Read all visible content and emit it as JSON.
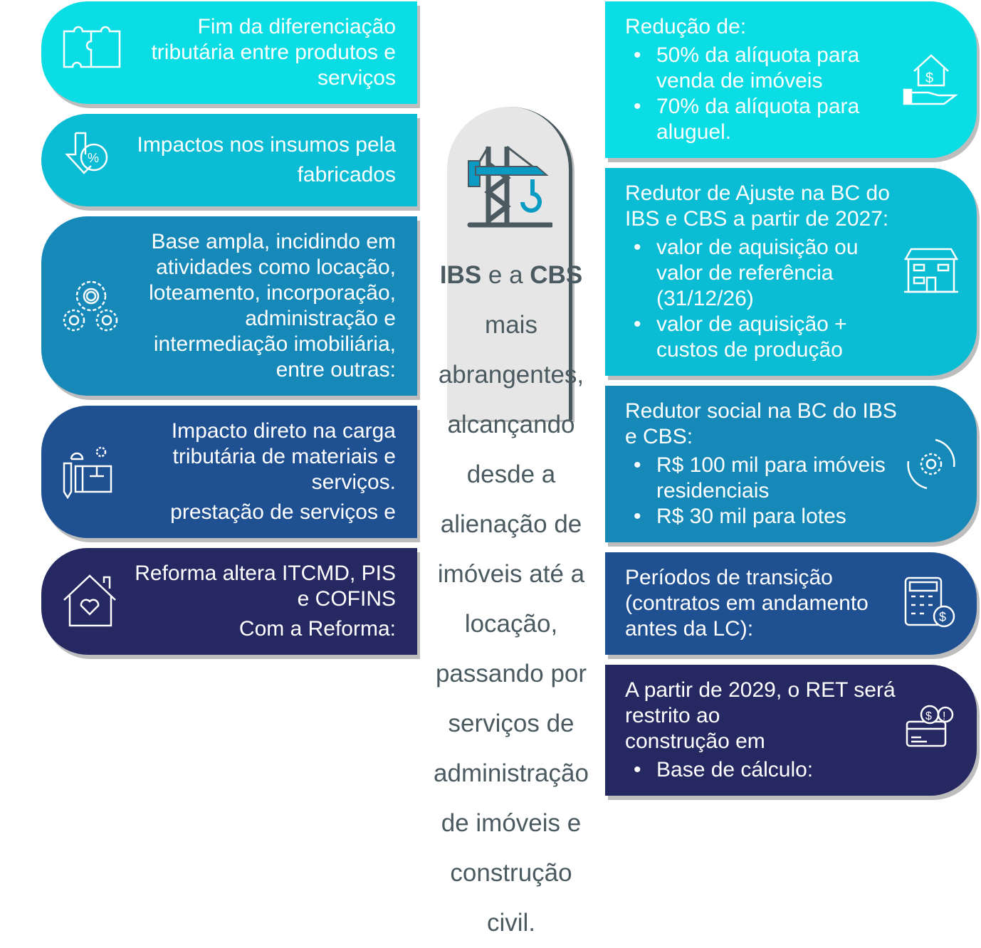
{
  "colors": {
    "row1": "#0adde3",
    "row2": "#0abcd4",
    "row3": "#1689b8",
    "row4": "#1f5091",
    "row5": "#262862",
    "center_text": "#4a5a60"
  },
  "left_rows": [
    {
      "icon": "puzzle-icon"
    },
    {
      "icon": "percent-down-icon"
    },
    {
      "icon": "gears-icon"
    },
    {
      "icon": "blueprint-icon"
    },
    {
      "icon": "house-heart-icon"
    }
  ],
  "right_rows": [
    {
      "icon": "house-dollar-hand-icon"
    },
    {
      "icon": "building-icon"
    },
    {
      "icon": "gear-cycle-icon"
    },
    {
      "icon": "calculator-dollar-icon"
    },
    {
      "icon": "money-alert-icon"
    }
  ],
  "left_texts": [
    "Fim da diferenciação tributária entre produtos e serviços",
    "Impactos nos insumos pela",
    "Base ampla, incidindo em atividades como locação, loteamento, incorporação, administração e intermediação imobiliária, entre outras:",
    "Impacto direto na carga tributária de materiais e serviços.",
    "prestação de serviços e",
    "fabricados",
    "Reforma altera ITCMD, PIS e COFINS",
    "Com a Reforma:"
  ],
  "right_texts": {
    "reducao": "Redução de:",
    "reducao_bullets": [
      "50% da alíquota para venda de imóveis",
      "70% da alíquota para aluguel."
    ],
    "redutor_ajuste": "Redutor de Ajuste na BC do IBS e CBS a partir de 2027:",
    "redutor_social": "Redutor social na BC do IBS e CBS:",
    "ajuste_bullets": [
      "valor de aquisição ou valor de referência (31/12/26)",
      "valor de aquisição + custos de produção"
    ],
    "social_bullets": [
      "R$ 100 mil para imóveis residenciais",
      "R$ 30 mil para lotes"
    ],
    "transicao": "Períodos de transição (contratos em andamento antes da LC):",
    "construcao": "construção em",
    "base_calculo": "Base de cálculo:",
    "ret": "A partir de 2029, o RET será restrito ao"
  },
  "center": {
    "icon": "crane-icon",
    "ibs": "IBS",
    "e_a": " e a ",
    "cbs": "CBS",
    "rest": "mais abrangentes, alcançando desde a alienação de imóveis até a locação, passando por serviços de administração de imóveis e construção civil."
  }
}
